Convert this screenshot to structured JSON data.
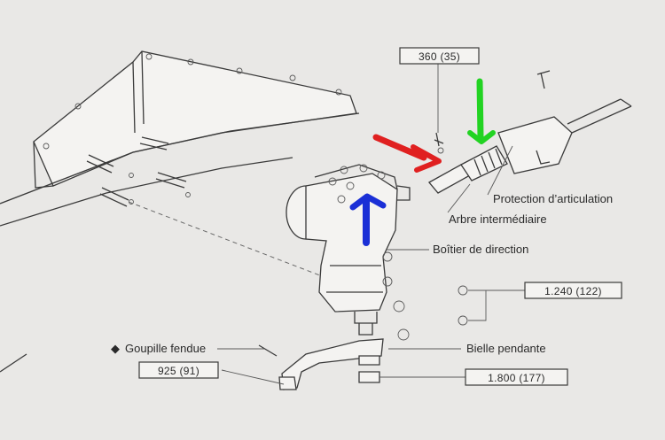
{
  "labels": {
    "protection": "Protection d’articulation",
    "arbre": "Arbre intermédiaire",
    "boitier": "Boîtier de direction",
    "goupille": "Goupille fendue",
    "goupille_marker": "◆",
    "bielle": "Bielle pendante"
  },
  "torque_specs": {
    "top": "360 (35)",
    "mid": "1.240 (122)",
    "left": "925 (91)",
    "bottom": "1.800 (177)"
  },
  "annotation_colors": {
    "red_arrow": "#e02020",
    "green_arrow": "#22d322",
    "blue_arrow": "#1a2fd6"
  }
}
